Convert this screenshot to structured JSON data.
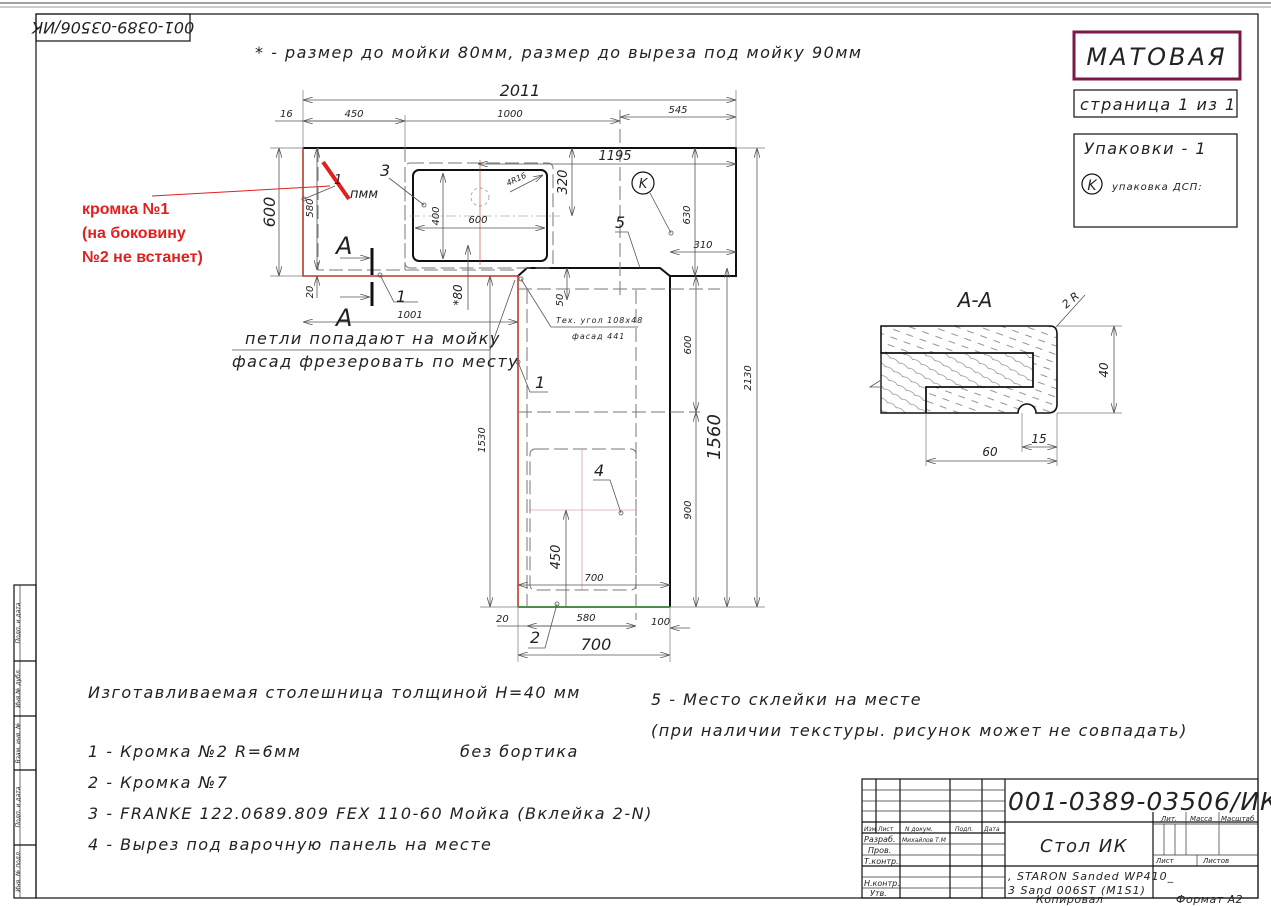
{
  "header_note": "* - размер до мойки 80мм, размер до выреза под мойку 90мм",
  "mirrored_code": "001-0389-03506/ИК",
  "finish_label": "МАТОВАЯ",
  "page_label": "страница 1 из 1",
  "packages": {
    "title": "Упаковки - 1",
    "k_symbol": "K",
    "item": "упаковка ДСП:"
  },
  "edge_warning": [
    "кромка №1",
    "(на боковину",
    "№2 не встанет)"
  ],
  "dims": {
    "overall_width": "2011",
    "d16": "16",
    "d450": "450",
    "d1000": "1000",
    "d545": "545",
    "d1195": "1195",
    "d600": "600",
    "d580": "580",
    "d320": "320",
    "d400": "400",
    "d600_sink": "600",
    "r16": "4R16",
    "d630": "630",
    "d310": "310",
    "d20": "20",
    "d80": "*80",
    "d50": "50",
    "d1001": "1001",
    "d2130": "2130",
    "d1560": "1560",
    "d600_leg": "600",
    "d900": "900",
    "d1530": "1530",
    "d450_hob": "450",
    "d700_hob": "700",
    "d20_b": "20",
    "d580_b": "580",
    "d100": "100",
    "d700": "700"
  },
  "callouts": {
    "c1": "1",
    "c1_mm": "пмм",
    "c1b": "1",
    "c1c": "1",
    "c2": "2",
    "c3": "3",
    "c4": "4",
    "c5": "5",
    "k": "K",
    "section_mark": "A"
  },
  "corner_note": [
    "Тех. угол 108x48",
    "фасад 441"
  ],
  "hinge_note": [
    "петли попадают на мойку",
    "фасад фрезеровать по месту"
  ],
  "section": {
    "title": "A-A",
    "radius": "2 R",
    "h40": "40",
    "w60": "60",
    "w15": "15"
  },
  "notes": {
    "thickness": "Изготавливаемая столешница толщиной H=40 мм",
    "n1": "1 - Кромка №2 R=6мм",
    "n1_extra": "без бортика",
    "n2": "2 - Кромка №7",
    "n3": "3 - FRANKE 122.0689.809 FEX 110-60 Мойка (Вклейка 2-N)",
    "n4": "4 - Вырез под варочную панель на месте",
    "n5": "5 - Место склейки на месте",
    "n5_extra": "(при наличии текстуры. рисунок может не совпадать)"
  },
  "title_block": {
    "code": "001-0389-03506/ИК",
    "name": "Стол ИК",
    "material": [
      ", STARON Sanded WP410_",
      "3 Sand 006ST (M1S1)"
    ],
    "cols": [
      "Изм",
      "Лист",
      "N докум.",
      "Подп.",
      "Дата"
    ],
    "rows": [
      "Разраб.",
      "Пров.",
      "Т.контр.",
      "Н.контр.",
      "Утв."
    ],
    "developer": "Михайлов Т.М",
    "lit": "Лит.",
    "mass": "Масса",
    "scale": "Масштаб",
    "sheet": "Лист",
    "sheets": "Листов",
    "copied": "Копировал",
    "format": "Формат A2"
  },
  "side_stamp": [
    "Подп. и дата",
    "Инв.№ дубл.",
    "Взам. инв. №",
    "Подп. и дата",
    "Инв. № подл."
  ],
  "colors": {
    "edge_red": "#c0392b",
    "edge_green": "#2e9e3a",
    "finish_border": "#7a1a4a",
    "warning": "#e02020"
  }
}
